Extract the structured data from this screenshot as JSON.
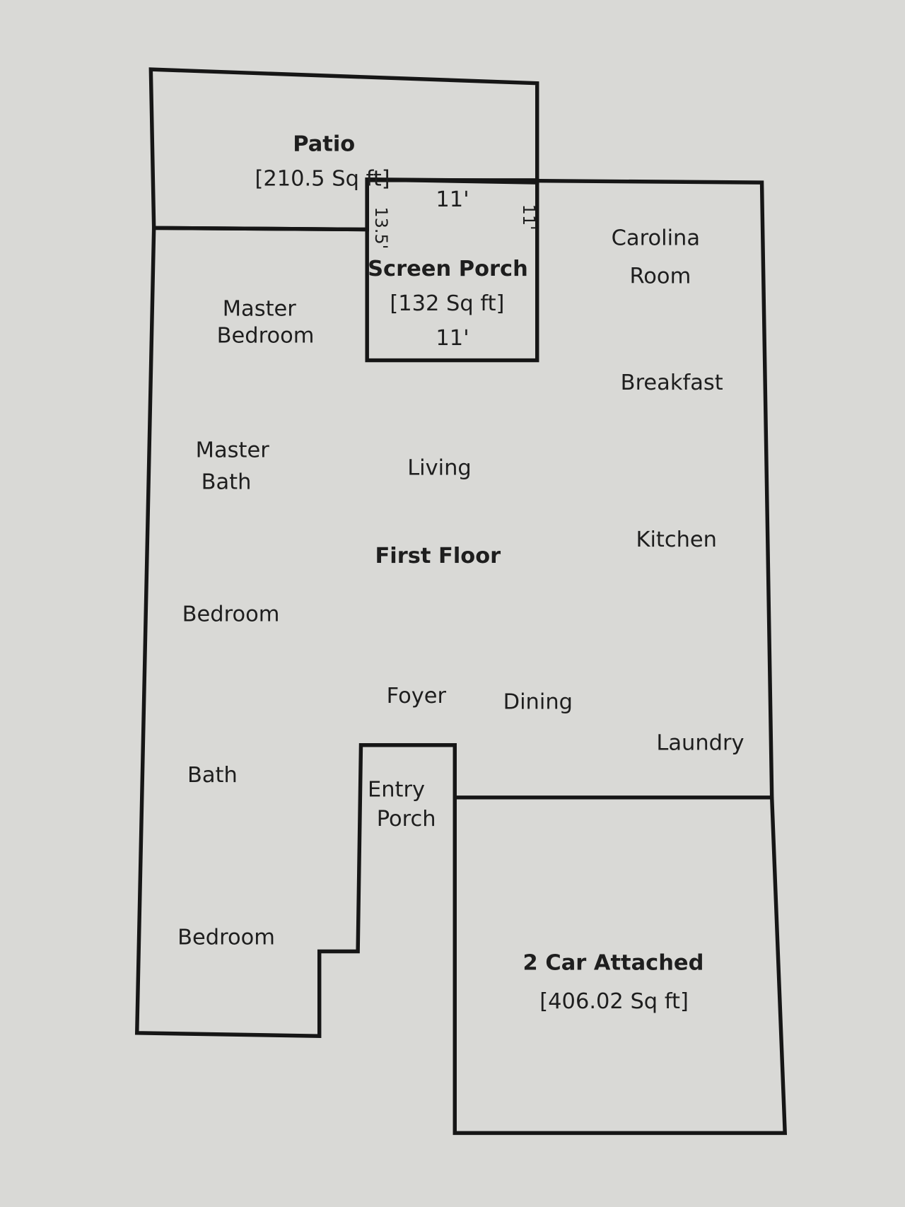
{
  "rooms": {
    "patio": {
      "name": "Patio",
      "area": "[210.5 Sq ft]"
    },
    "screen_porch": {
      "name": "Screen Porch",
      "area": "[132 Sq ft]",
      "dim_top": "11'",
      "dim_bottom": "11'",
      "dim_left": "13.5'",
      "dim_right": "11'"
    },
    "carolina_room": {
      "line1": "Carolina",
      "line2": "Room"
    },
    "master_bedroom": {
      "line1": "Master",
      "line2": "Bedroom"
    },
    "breakfast": "Breakfast",
    "master_bath": {
      "line1": "Master",
      "line2": "Bath"
    },
    "living": "Living",
    "first_floor": "First Floor",
    "kitchen": "Kitchen",
    "bedroom_1": "Bedroom",
    "foyer": "Foyer",
    "dining": "Dining",
    "laundry": "Laundry",
    "bath": "Bath",
    "entry_porch": {
      "line1": "Entry",
      "line2": "Porch"
    },
    "bedroom_2": "Bedroom",
    "garage": {
      "name": "2 Car Attached",
      "area": "[406.02 Sq ft]"
    }
  },
  "colors": {
    "paper": "#d9d9d6",
    "ink": "#161616"
  }
}
